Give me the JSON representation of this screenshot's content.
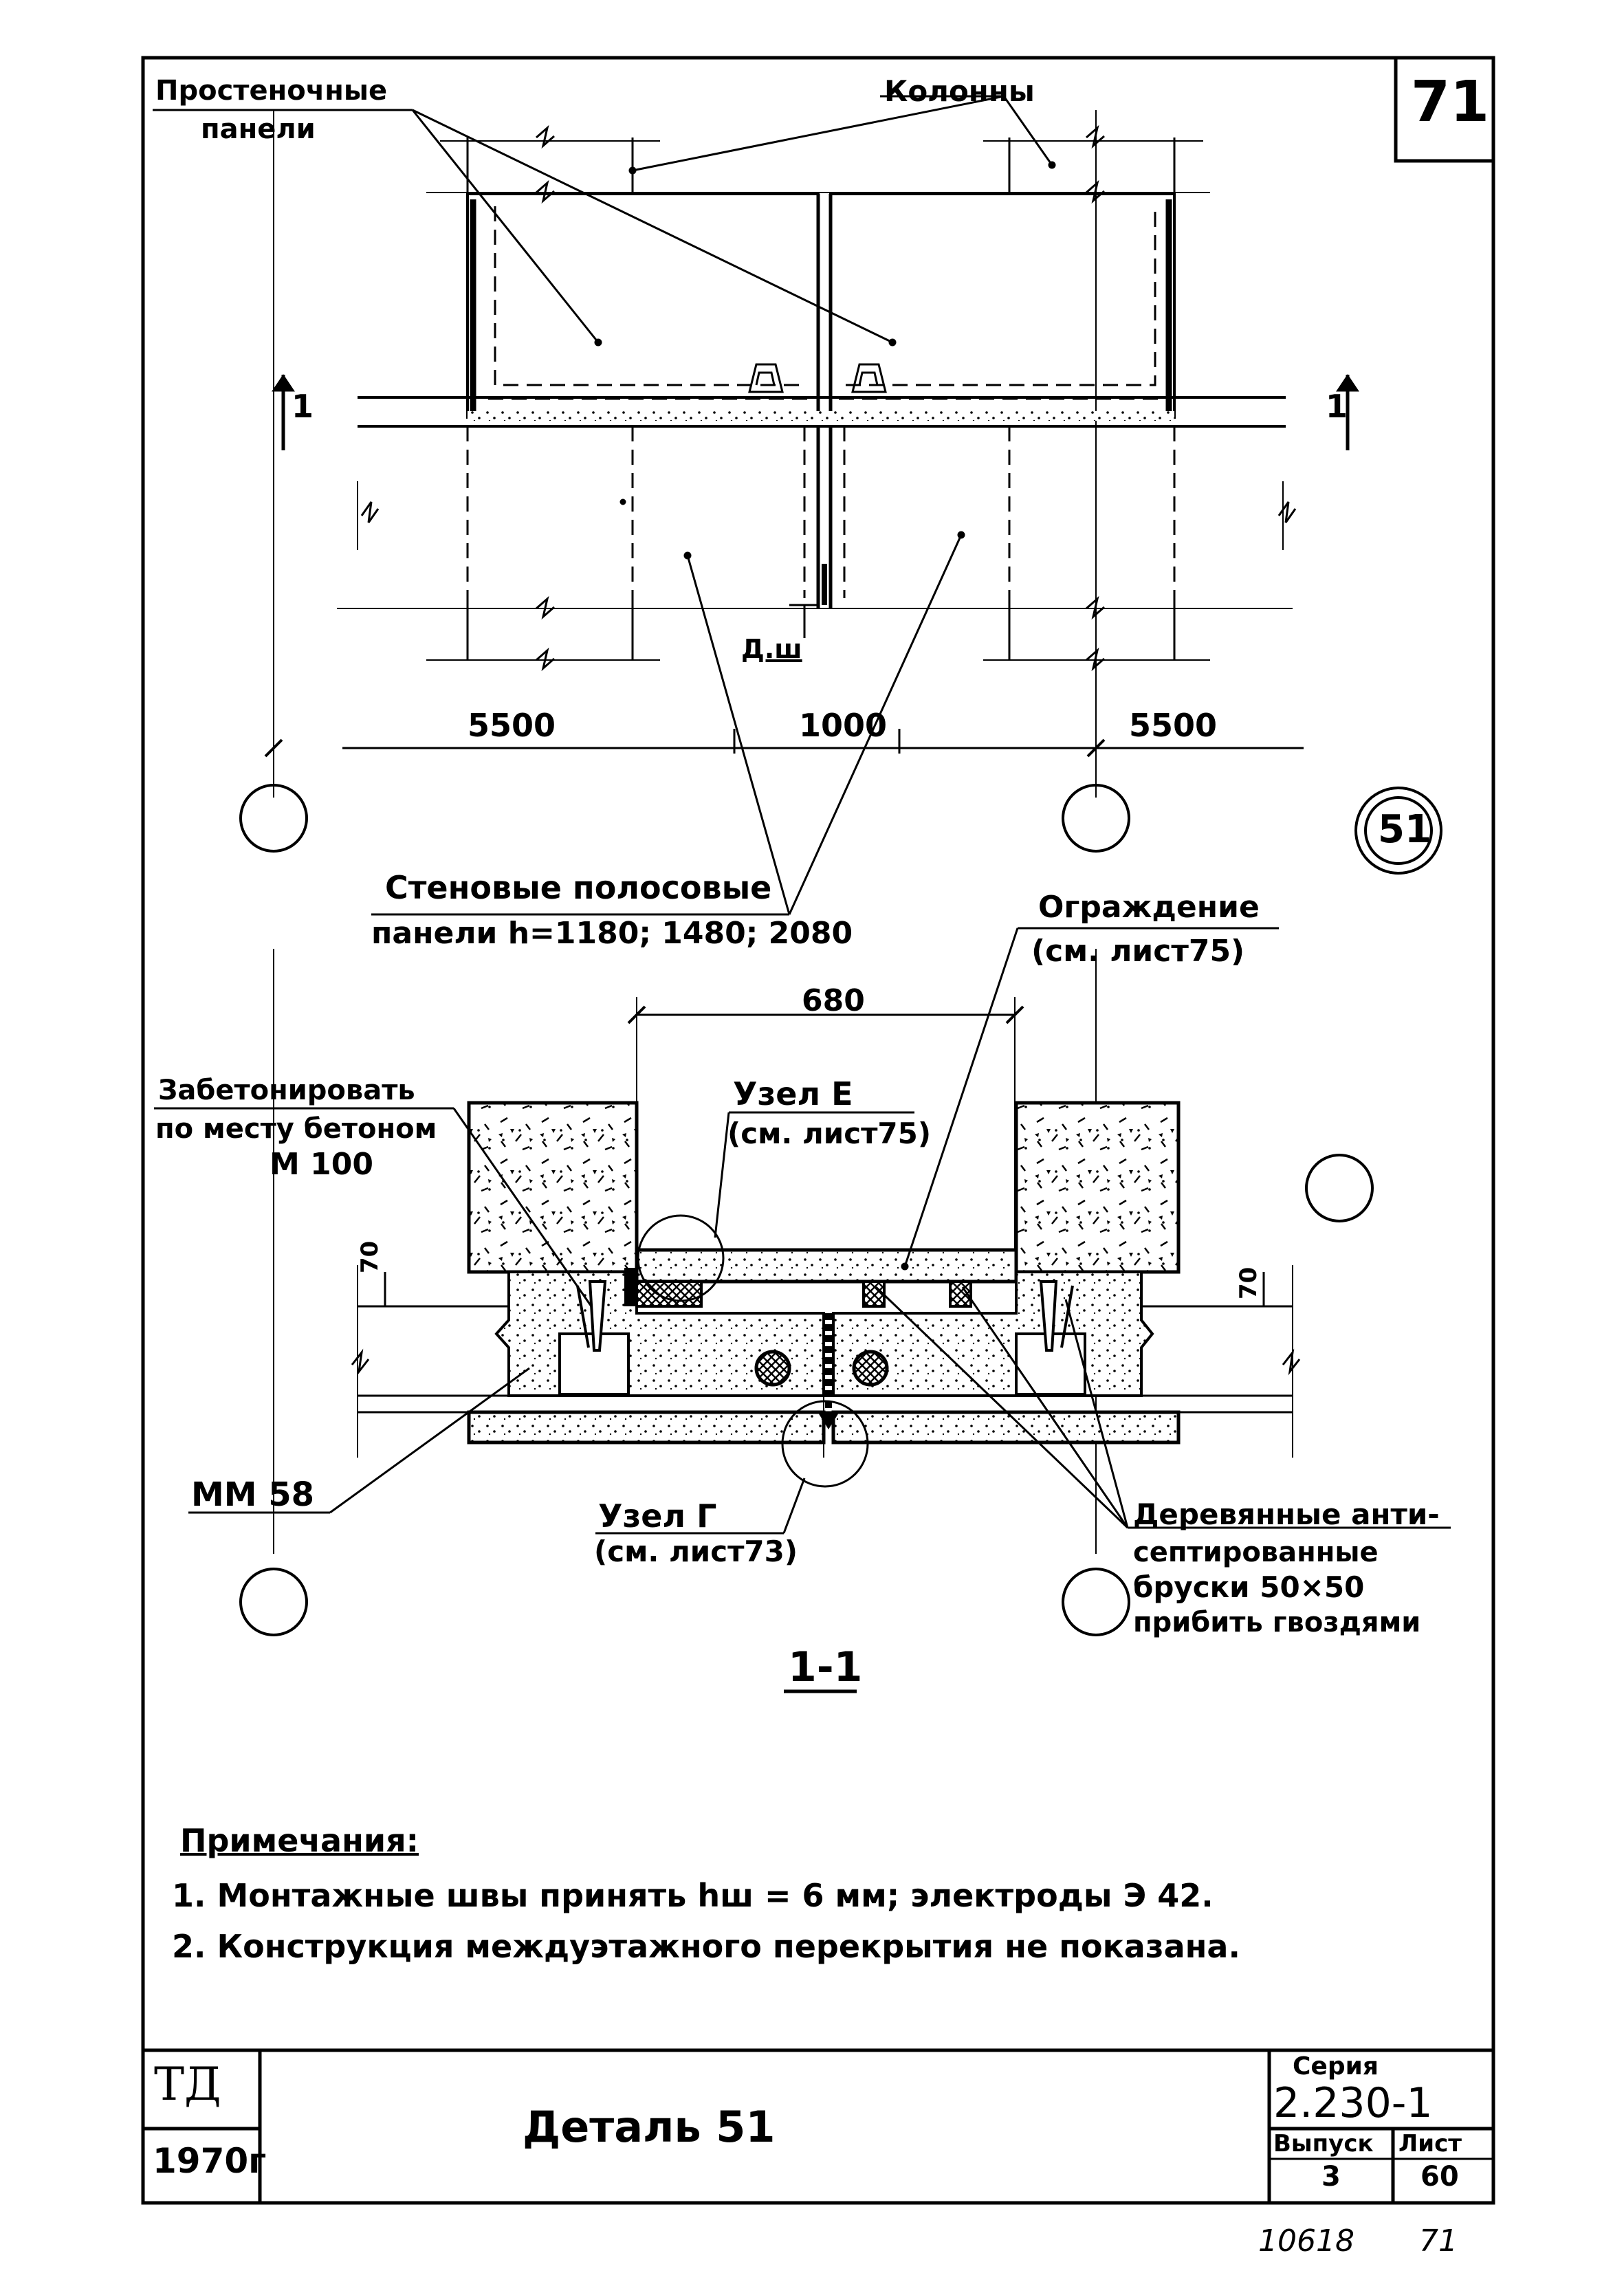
{
  "sheet_number": "71",
  "labels": {
    "partition_panels_1": "Простеночные",
    "partition_panels_2": "панели",
    "columns": "Колонны",
    "section_mark": "1",
    "weld_mark": "Д.ш",
    "dim_left": "5500",
    "dim_mid": "1000",
    "dim_right": "5500",
    "detail_no": "51",
    "strip_panels_1": "Стеновые полосовые",
    "strip_panels_2": "панели h=1180; 1480; 2080",
    "fence_1": "Ограждение",
    "fence_2": "(см. лист75)",
    "dim_680": "680",
    "concrete_1": "Забетонировать",
    "concrete_2": "по месту бетоном",
    "concrete_3": "М 100",
    "node_e_1": "Узел Е",
    "node_e_2": "(см. лист75)",
    "dim_70_left": "70",
    "dim_70_right": "70",
    "mm58": "ММ 58",
    "node_g_1": "Узел Г",
    "node_g_2": "(см. лист73)",
    "wood_1": "Деревянные анти-",
    "wood_2": "септированные",
    "wood_3": "бруски 50×50",
    "wood_4": "прибить гвоздями",
    "section_title": "1-1"
  },
  "notes": {
    "title": "Примечания:",
    "items": [
      "1. Монтажные швы принять hш = 6 мм; электроды Э 42.",
      "2. Конструкция междуэтажного перекрытия не показана."
    ]
  },
  "title_block": {
    "org": "ТД",
    "year": "1970г",
    "title": "Деталь 51",
    "series_label": "Серия",
    "series_value": "2.230-1",
    "issue_label": "Выпуск",
    "issue_value": "3",
    "sheet_label": "Лист",
    "sheet_value": "60"
  },
  "footer": {
    "code": "10618",
    "page": "71"
  }
}
